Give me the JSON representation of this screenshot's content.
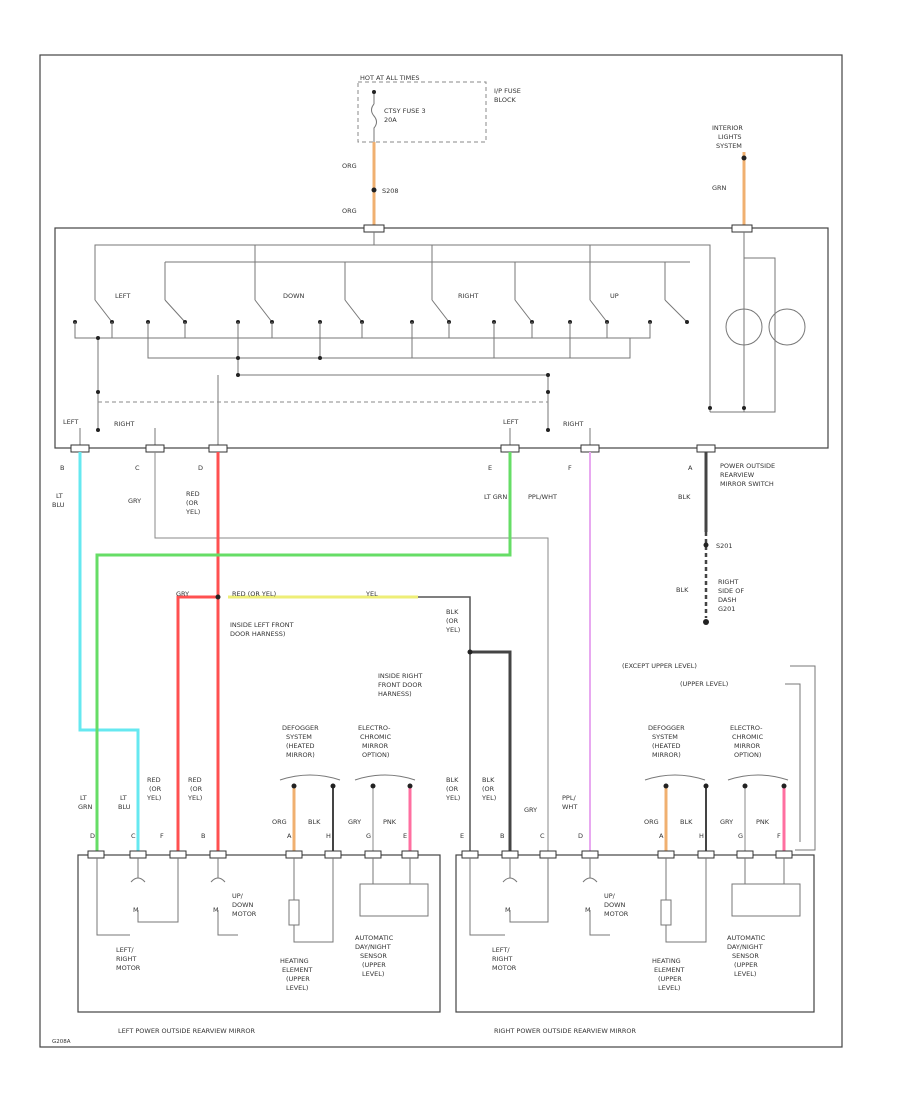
{
  "fuse": {
    "hot_label": "HOT AT ALL TIMES",
    "fuse_name": "CTSY FUSE 3",
    "fuse_rating": "20A",
    "block_label_1": "I/P FUSE",
    "block_label_2": "BLOCK"
  },
  "feed": {
    "wire_top": "ORG",
    "splice": "S208",
    "wire_bottom": "ORG"
  },
  "interior_lights": {
    "line1": "INTERIOR",
    "line2": "LIGHTS",
    "line3": "SYSTEM",
    "wire": "GRN"
  },
  "switch": {
    "labels": [
      "LEFT",
      "DOWN",
      "RIGHT",
      "UP"
    ],
    "left_sel": "LEFT",
    "left_sel_right": "RIGHT",
    "right_sel": "LEFT",
    "right_sel_right": "RIGHT",
    "name_1": "POWER OUTSIDE",
    "name_2": "REARVIEW",
    "name_3": "MIRROR SWITCH",
    "pins": [
      "B",
      "C",
      "D",
      "E",
      "F",
      "A"
    ]
  },
  "wires": {
    "lt_blu_1": "LT",
    "lt_blu_2": "BLU",
    "gry": "GRY",
    "red_1": "RED",
    "red_2": "(OR",
    "red_3": "YEL)",
    "lt_grn": "LT GRN",
    "ppl": "PPL/WHT",
    "blk": "BLK"
  },
  "ground": {
    "splice": "S201",
    "wire": "BLK",
    "line1": "RIGHT",
    "line2": "SIDE OF",
    "line3": "DASH",
    "line4": "G201"
  },
  "harness": {
    "left_wire": "GRY",
    "left_wire2": "RED (OR YEL)",
    "yel": "YEL",
    "left_inside_1": "INSIDE LEFT FRONT",
    "left_inside_2": "DOOR HARNESS)",
    "blk_1": "BLK",
    "blk_2": "(OR",
    "blk_3": "YEL)",
    "right_inside_1": "INSIDE RIGHT",
    "right_inside_2": "FRONT DOOR",
    "right_inside_3": "HARNESS)"
  },
  "levels": {
    "except": "(EXCEPT UPPER LEVEL)",
    "upper": "(UPPER LEVEL)"
  },
  "options": {
    "defogger_1": "DEFOGGER",
    "defogger_2": "SYSTEM",
    "defogger_3": "(HEATED",
    "defogger_4": "MIRROR)",
    "electro_1": "ELECTRO-",
    "electro_2": "CHROMIC",
    "electro_3": "MIRROR",
    "electro_4": "OPTION)"
  },
  "bottom_wires": {
    "left": [
      {
        "l1": "LT",
        "l2": "GRN"
      },
      {
        "l1": "LT",
        "l2": "BLU"
      },
      {
        "l1": "RED",
        "l2": "(OR",
        "l3": "YEL)"
      },
      {
        "l1": "RED",
        "l2": "(OR",
        "l3": "YEL)"
      },
      {
        "l1": "ORG"
      },
      {
        "l1": "BLK"
      },
      {
        "l1": "GRY"
      },
      {
        "l1": "PNK"
      }
    ],
    "right": [
      {
        "l1": "BLK",
        "l2": "(OR",
        "l3": "YEL)"
      },
      {
        "l1": "BLK",
        "l2": "(OR",
        "l3": "YEL)"
      },
      {
        "l1": "GRY"
      },
      {
        "l1": "PPL/",
        "l2": "WHT"
      },
      {
        "l1": "ORG"
      },
      {
        "l1": "BLK"
      },
      {
        "l1": "GRY"
      },
      {
        "l1": "PNK"
      }
    ]
  },
  "mirror_pins": [
    "D",
    "C",
    "F",
    "B",
    "A",
    "H",
    "G",
    "E"
  ],
  "components": {
    "lr_motor_1": "LEFT/",
    "lr_motor_2": "RIGHT",
    "lr_motor_3": "MOTOR",
    "ud_motor_1": "UP/",
    "ud_motor_2": "DOWN",
    "ud_motor_3": "MOTOR",
    "heat_1": "HEATING",
    "heat_2": "ELEMENT",
    "heat_3": "(UPPER",
    "heat_4": "LEVEL)",
    "auto_1": "AUTOMATIC",
    "auto_2": "DAY/NIGHT",
    "auto_3": "SENSOR",
    "auto_4": "(UPPER",
    "auto_5": "LEVEL)"
  },
  "mirrors": {
    "left": "LEFT POWER OUTSIDE REARVIEW MIRROR",
    "right": "RIGHT POWER OUTSIDE REARVIEW MIRROR"
  },
  "colors": {
    "orange": "#f0b070",
    "cyan": "#66e8f0",
    "red": "#ff5050",
    "green": "#66dd66",
    "violet": "#e8a8f0",
    "gray": "#444444",
    "yellow": "#eeee77",
    "pink": "#ff6fa0"
  },
  "footer": {
    "code": "G208A"
  }
}
